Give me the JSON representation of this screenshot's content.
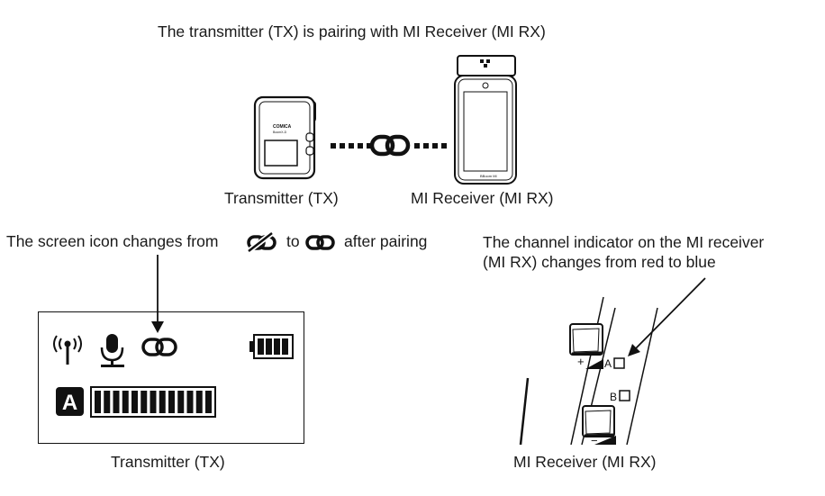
{
  "pairing": {
    "title": "The transmitter (TX) is pairing with MI Receiver (MI RX)",
    "tx_label": "Transmitter (TX)",
    "rx_label": "MI Receiver (MI RX)",
    "tx_brand": "COMICA",
    "tx_model": "BoomX-D",
    "rx_brand": "BBoom MI"
  },
  "screen_note": {
    "prefix": "The screen icon changes from",
    "middle": "to",
    "suffix": "after pairing",
    "icon_from": "link-broken-icon",
    "icon_to": "link-icon"
  },
  "tx_screen": {
    "channel": "A",
    "caption": "Transmitter (TX)",
    "icons": [
      "antenna-icon",
      "microphone-icon",
      "link-icon",
      "battery-icon"
    ],
    "battery_bars": 4,
    "level_segments": 13
  },
  "rx_note": {
    "line1": "The channel indicator on the MI receiver",
    "line2": "(MI RX) changes from red to blue",
    "caption": "MI Receiver (MI RX)",
    "channel_a": "A",
    "channel_b": "B",
    "plus": "+",
    "minus": "−"
  }
}
